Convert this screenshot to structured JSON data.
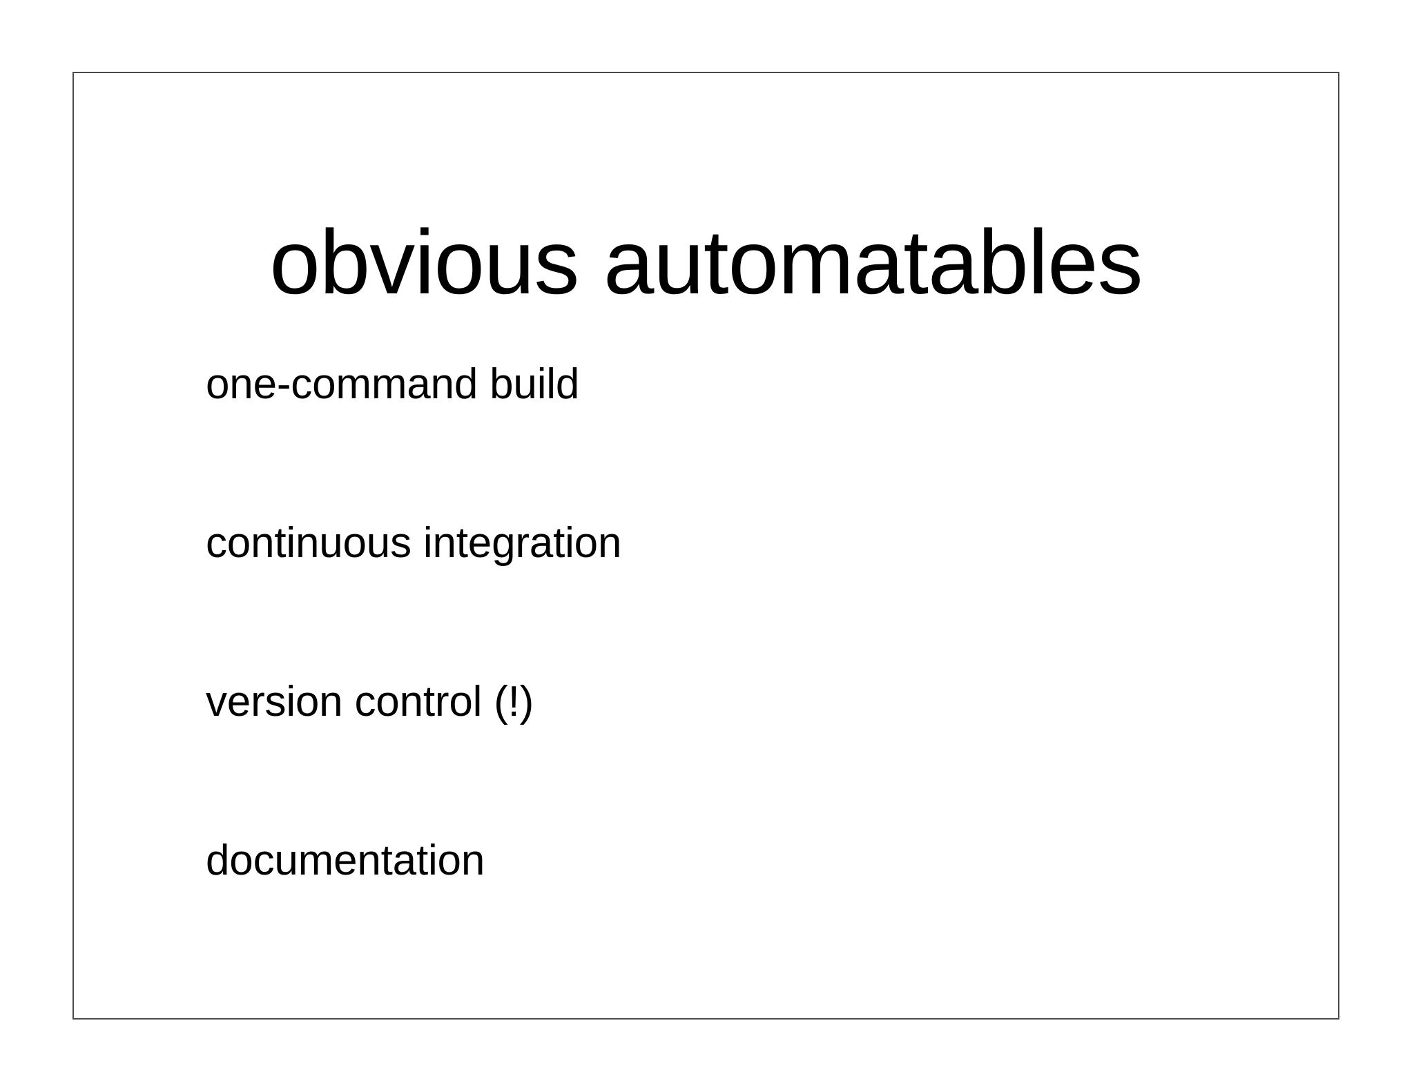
{
  "slide": {
    "title": "obvious automatables",
    "background_color": "#ffffff",
    "frame_border_color": "#4a4a4d",
    "text_color": "#000000",
    "bullets": [
      {
        "label": "one-command build"
      },
      {
        "label": "continuous integration"
      },
      {
        "label": "version control (!)"
      },
      {
        "label": "documentation"
      }
    ]
  }
}
